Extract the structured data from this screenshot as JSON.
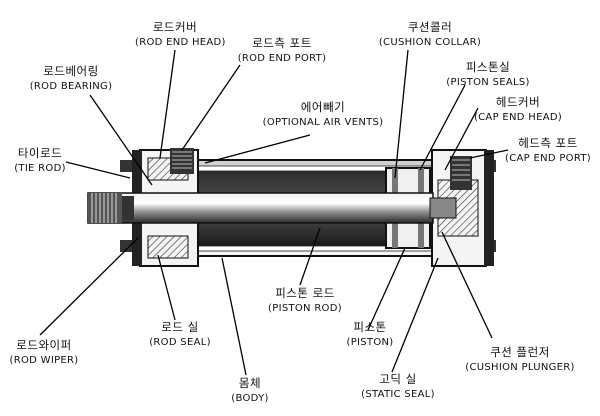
{
  "labels": {
    "rod_end_head": {
      "ko": "로드커버",
      "en": "(ROD END HEAD)"
    },
    "rod_end_port": {
      "ko": "로드측 포트",
      "en": "(ROD END PORT)"
    },
    "cushion_collar": {
      "ko": "쿠션콜러",
      "en": "(CUSHION COLLAR)"
    },
    "rod_bearing": {
      "ko": "로드베어링",
      "en": "(ROD BEARING)"
    },
    "piston_seals": {
      "ko": "피스톤실",
      "en": "(PISTON SEALS)"
    },
    "optional_air_vents": {
      "ko": "에어빼기",
      "en": "(OPTIONAL AIR VENTS)"
    },
    "cap_end_head": {
      "ko": "헤드커버",
      "en": "(CAP END HEAD)"
    },
    "tie_rod": {
      "ko": "타이로드",
      "en": "(TIE ROD)"
    },
    "cap_end_port": {
      "ko": "헤드측 포트",
      "en": "(CAP END PORT)"
    },
    "piston_rod": {
      "ko": "피스톤 로드",
      "en": "(PISTON ROD)"
    },
    "rod_wiper": {
      "ko": "로드와이퍼",
      "en": "(ROD WIPER)"
    },
    "rod_seal": {
      "ko": "로드 실",
      "en": "(ROD SEAL)"
    },
    "piston": {
      "ko": "피스톤",
      "en": "(PISTON)"
    },
    "cushion_plunger": {
      "ko": "쿠션 플런저",
      "en": "(CUSHION PLUNGER)"
    },
    "body": {
      "ko": "몸체",
      "en": "(BODY)"
    },
    "static_seal": {
      "ko": "고딕 실",
      "en": "(STATIC SEAL)"
    }
  }
}
